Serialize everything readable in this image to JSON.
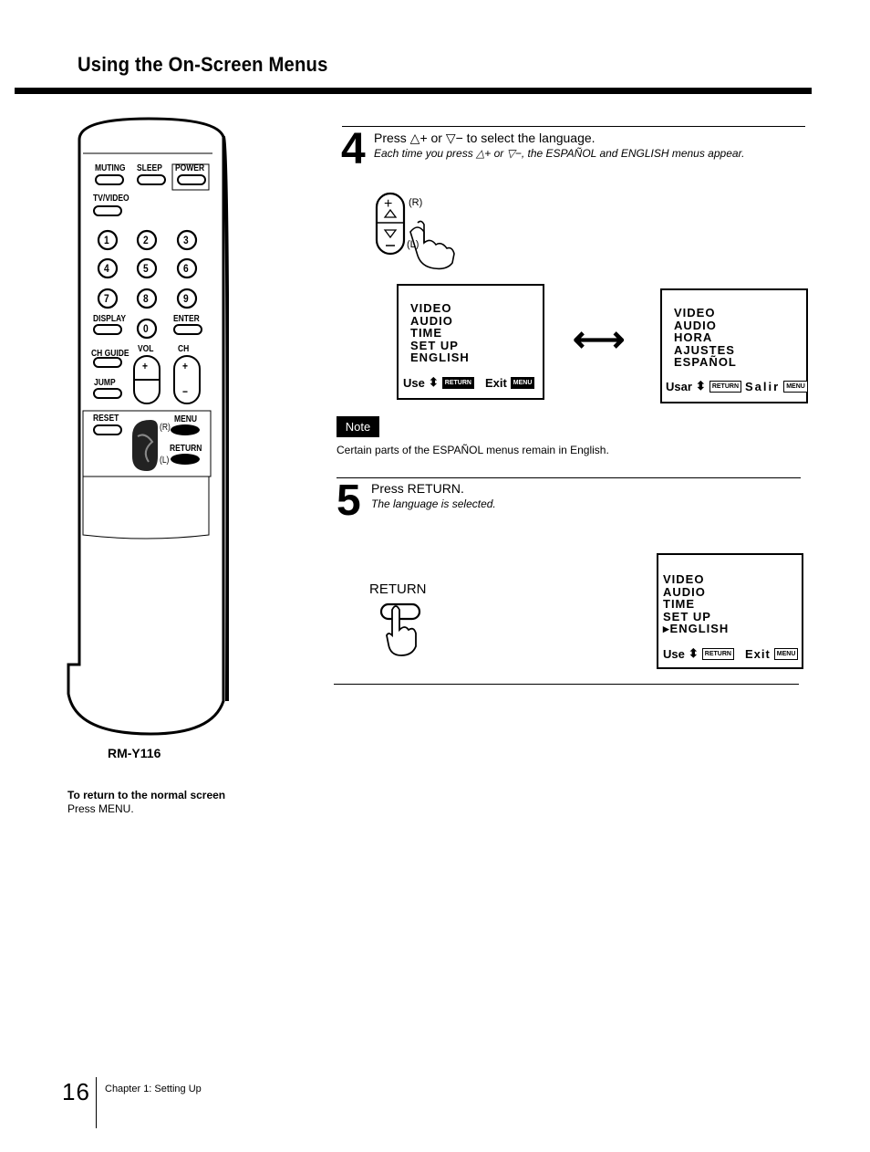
{
  "header": {
    "title": "Using the On-Screen Menus"
  },
  "remote": {
    "model": "RM-Y116",
    "buttons": {
      "muting": "MUTING",
      "sleep": "SLEEP",
      "power": "POWER",
      "tv_video": "TV/VIDEO",
      "display": "DISPLAY",
      "enter": "ENTER",
      "ch_guide": "CH GUIDE",
      "vol": "VOL",
      "ch": "CH",
      "jump": "JUMP",
      "reset": "RESET",
      "menu": "MENU",
      "return": "RETURN",
      "r_mark": "(R)",
      "l_mark": "(L)",
      "digits": [
        "1",
        "2",
        "3",
        "4",
        "5",
        "6",
        "7",
        "8",
        "9",
        "0"
      ],
      "plus": "+",
      "minus": "−"
    }
  },
  "return_note": {
    "heading": "To return to the normal screen",
    "body": "Press MENU."
  },
  "step4": {
    "number": "4",
    "instruction": "Press △+ or ▽− to select the language.",
    "note": "Each time you press △+ or ▽−, the ESPAÑOL and ENGLISH menus appear.",
    "r_label": "(R)",
    "l_label": "(L)",
    "english_menu": {
      "items": "VIDEO\nAUDIO\nTIME\nSET UP\nENGLISH",
      "use": "Use",
      "return_badge": "RETURN",
      "exit": "Exit",
      "menu_badge": "MENU"
    },
    "arrow": "⟷",
    "spanish_menu": {
      "items": "VIDEO\nAUDIO\nHORA\nAJUSTES\nESPAÑOL",
      "use": "Usar",
      "return_badge": "RETURN",
      "exit": "Salir",
      "menu_badge": "MENU"
    }
  },
  "note": {
    "label": "Note",
    "text": "Certain parts of the ESPAÑOL menus remain in English."
  },
  "step5": {
    "number": "5",
    "instruction": "Press RETURN.",
    "note": "The language is selected.",
    "return_label": "RETURN",
    "menu": {
      "items": "VIDEO\nAUDIO\nTIME\nSET UP\n▸ENGLISH",
      "use": "Use",
      "return_badge": "RETURN",
      "exit": "Exit",
      "menu_badge": "MENU"
    }
  },
  "footer": {
    "page_number": "16",
    "chapter": "Chapter 1: Setting Up"
  }
}
